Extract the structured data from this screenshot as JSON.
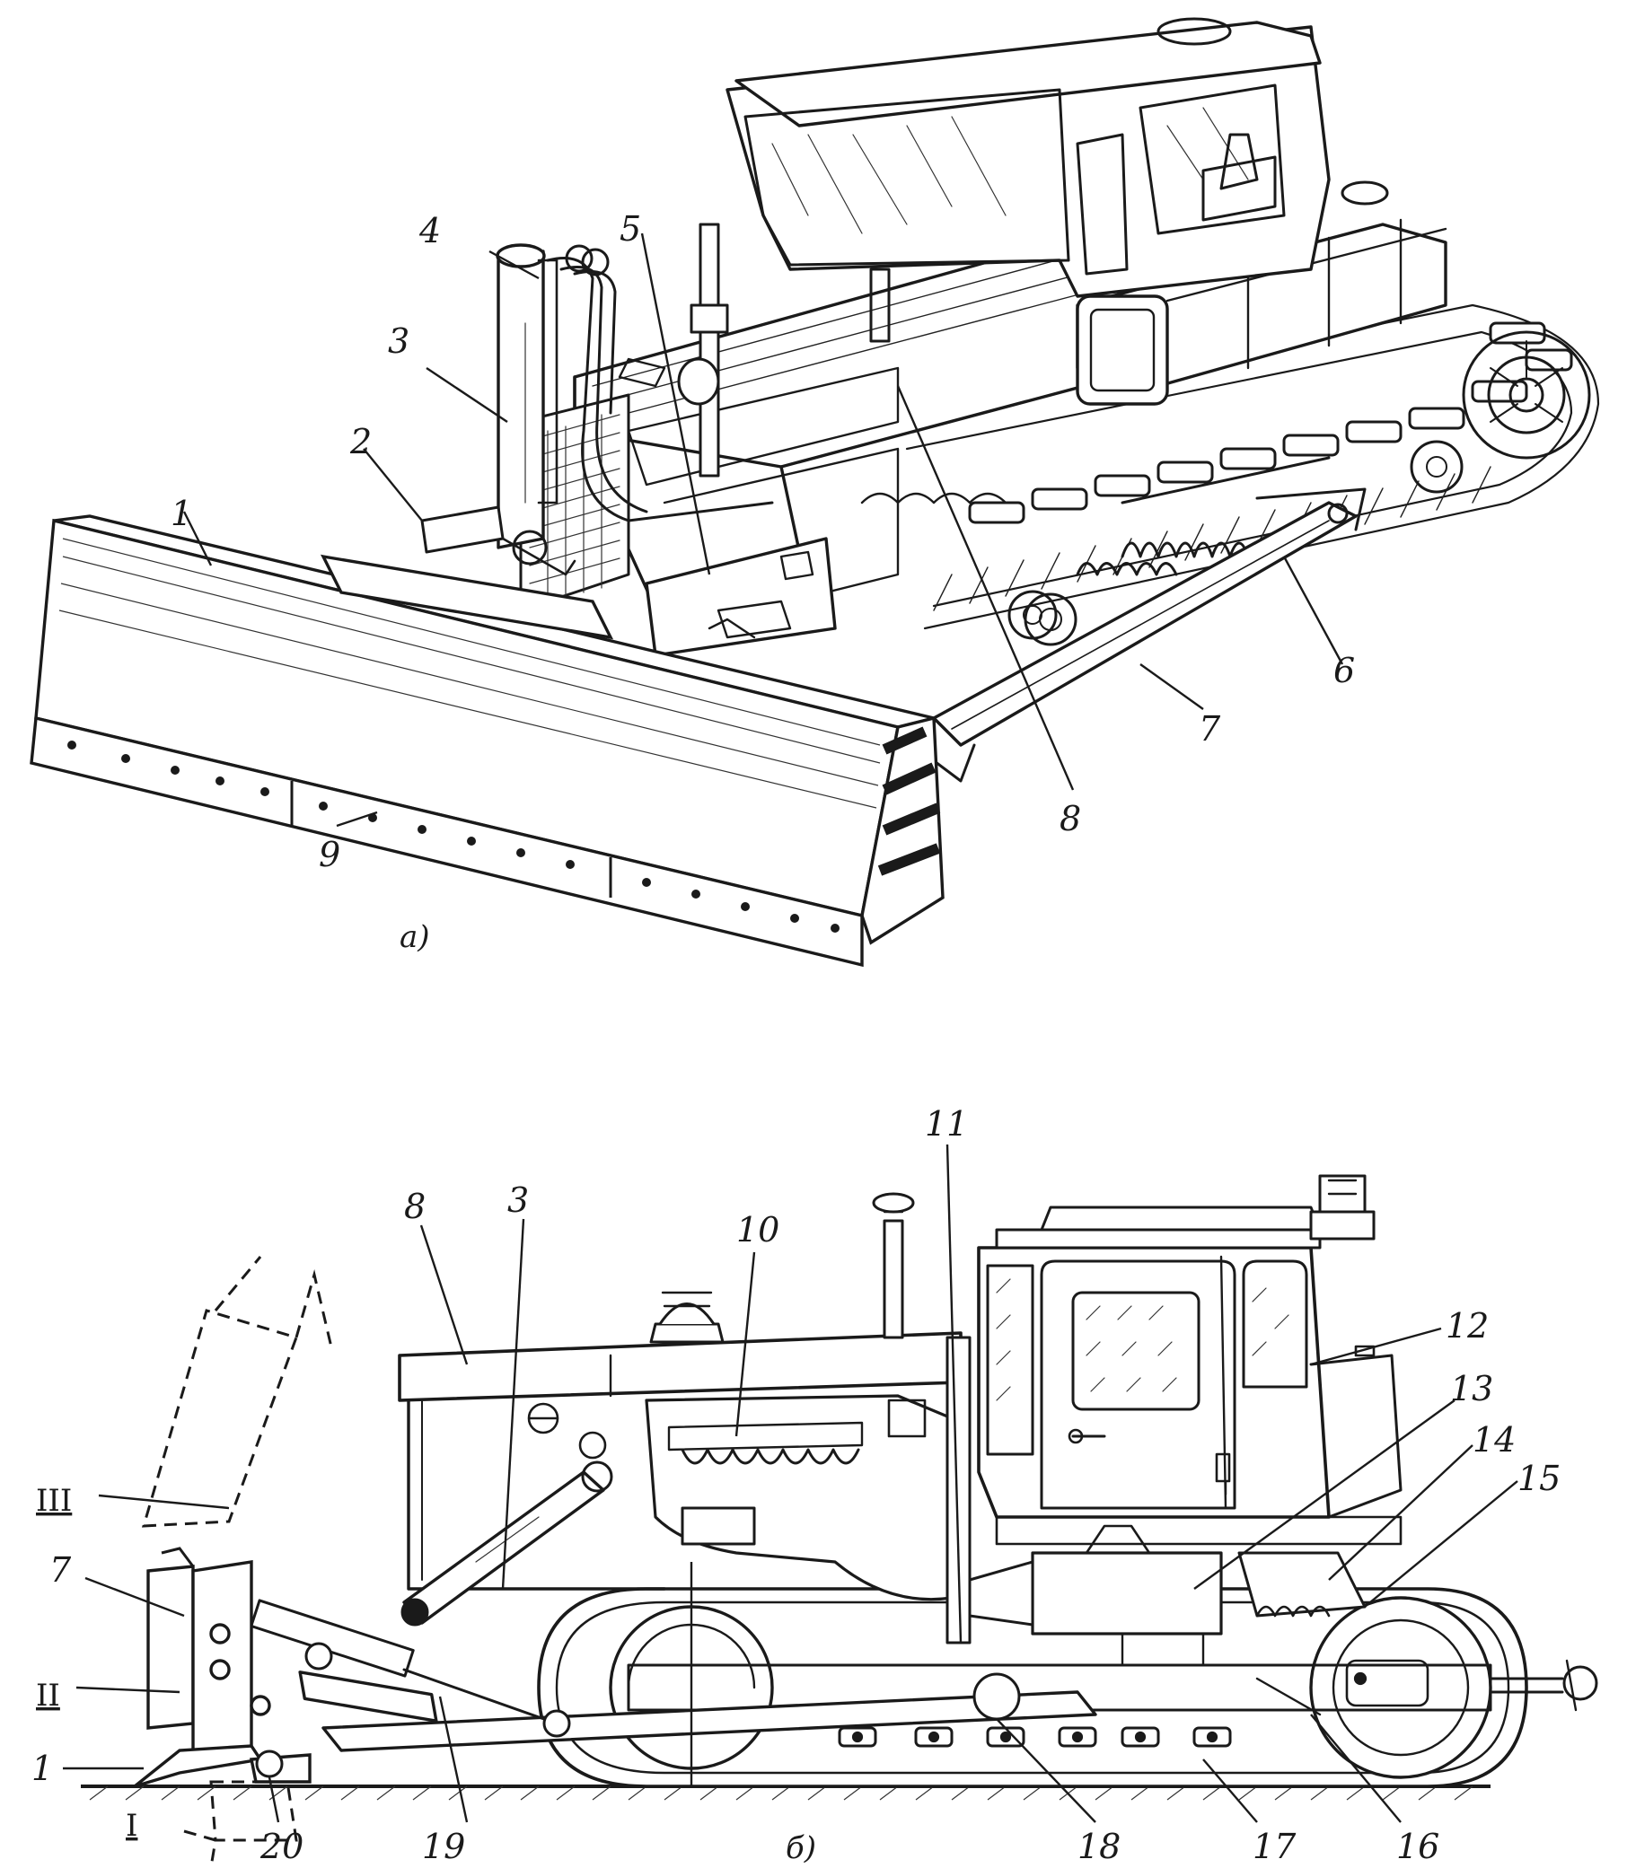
{
  "figure_a": {
    "caption": "а)",
    "labels": [
      "1",
      "2",
      "3",
      "4",
      "5",
      "6",
      "7",
      "8",
      "9"
    ]
  },
  "figure_b": {
    "caption": "б)",
    "labels": [
      "1",
      "3",
      "7",
      "8",
      "10",
      "11",
      "12",
      "13",
      "14",
      "15",
      "16",
      "17",
      "18",
      "19",
      "20"
    ],
    "positions": [
      "I",
      "II",
      "III"
    ]
  }
}
